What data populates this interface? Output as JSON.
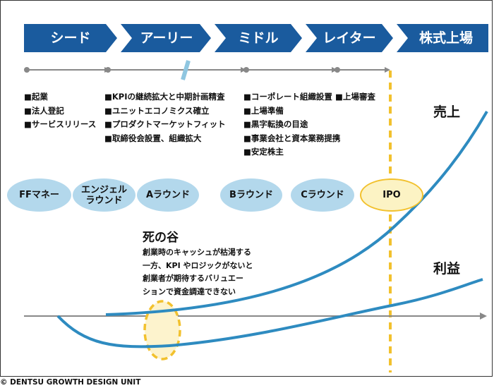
{
  "stages": [
    "シード",
    "アーリー",
    "ミドル",
    "レイター",
    "株式上場"
  ],
  "notes": {
    "seed": [
      "■起業",
      "■法人登記",
      "■サービスリリース"
    ],
    "early": [
      "■KPIの継続拡大と中期計画精査",
      "■ユニットエコノミクス確立",
      "■プロダクトマーケットフィット",
      "■取締役会設置、組織拡大"
    ],
    "middle": [
      "■コーポレート組織設置",
      "■上場準備",
      "■黒字転換の目途",
      "■事業会社と資本業務提携",
      "■安定株主"
    ],
    "later": [
      "■上場審査"
    ]
  },
  "rounds": [
    {
      "line1": "FFマネー",
      "line2": ""
    },
    {
      "line1": "エンジェル",
      "line2": "ラウンド"
    },
    {
      "line1": "Aラウンド",
      "line2": ""
    },
    {
      "line1": "Bラウンド",
      "line2": ""
    },
    {
      "line1": "Cラウンド",
      "line2": ""
    },
    {
      "line1": "IPO",
      "line2": ""
    }
  ],
  "curves": {
    "sales_label": "売上",
    "profit_label": "利益"
  },
  "valley": {
    "title": "死の谷",
    "lines": [
      "創業時のキャッシュが枯渇する",
      "一方、KPI やロジックがないと",
      "創業者が期待するバリュエー",
      "ションで資金調達できない"
    ]
  },
  "copyright": "© DENTSU GROWTH DESIGN UNIT",
  "colors": {
    "stage_fill": "#1a5b9e",
    "curve": "#2e8bc0",
    "bubble": "#b3d8ec",
    "ipo_fill": "#fcf3c4",
    "ipo_line": "#f2c12e",
    "axis": "#888888"
  }
}
